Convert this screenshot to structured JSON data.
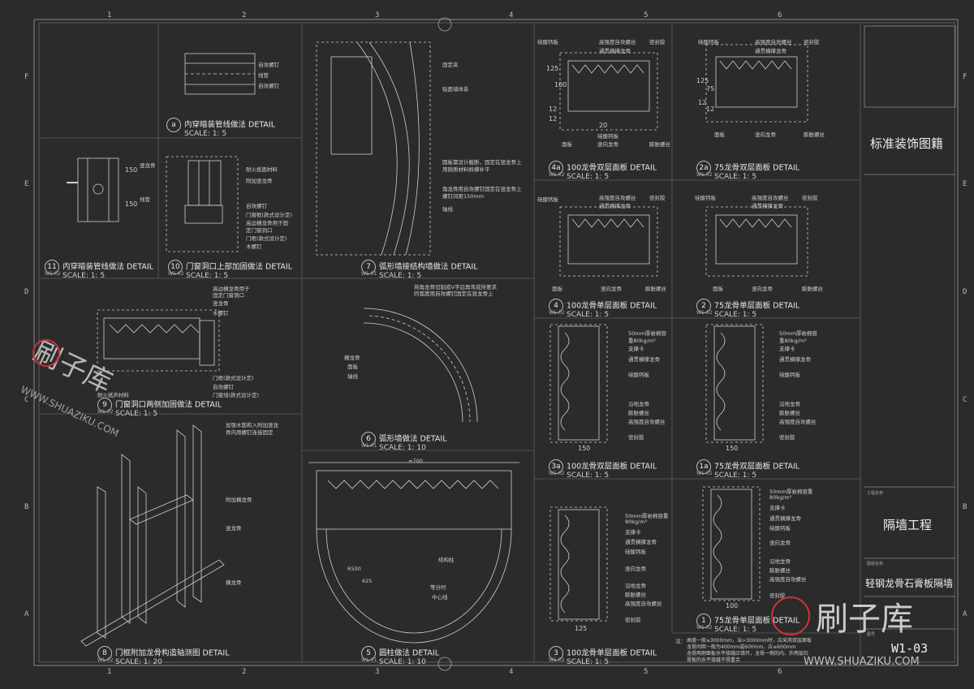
{
  "sheet": {
    "col_numbers": [
      "1",
      "2",
      "3",
      "4",
      "5",
      "6"
    ],
    "row_letters": [
      "F",
      "E",
      "D",
      "C",
      "B",
      "A"
    ]
  },
  "details": [
    {
      "id": "a",
      "name": "内穿暗装管线做法",
      "type": "DETAIL",
      "ref": "",
      "scale": "SCALE: 1: 5"
    },
    {
      "id": "11",
      "name": "内穿暗装管线做法",
      "type": "DETAIL",
      "ref": "W1-02",
      "scale": "SCALE: 1: 5"
    },
    {
      "id": "10",
      "name": "门窗洞口上部加固做法",
      "type": "DETAIL",
      "ref": "W1-02",
      "scale": "SCALE: 1: 5"
    },
    {
      "id": "9",
      "name": "门窗洞口两侧加固做法",
      "type": "DETAIL",
      "ref": "W1-02",
      "scale": "SCALE: 1: 5"
    },
    {
      "id": "8",
      "name": "门框附加龙骨构造轴测图",
      "type": "DETAIL",
      "ref": "W1-02",
      "scale": "SCALE: 1: 20"
    },
    {
      "id": "7",
      "name": "弧形墙接结构墙做法",
      "type": "DETAIL",
      "ref": "W1-01",
      "scale": "SCALE: 1: 5"
    },
    {
      "id": "6",
      "name": "弧形墙做法",
      "type": "DETAIL",
      "ref": "W1-01",
      "scale": "SCALE: 1: 10"
    },
    {
      "id": "5",
      "name": "圆柱做法",
      "type": "DETAIL",
      "ref": "W1-01",
      "scale": "SCALE: 1: 10"
    },
    {
      "id": "4a",
      "name": "100龙骨双层面板",
      "type": "DETAIL",
      "ref": "W1-02",
      "scale": "SCALE: 1: 5"
    },
    {
      "id": "4",
      "name": "100龙骨单层面板",
      "type": "DETAIL",
      "ref": "W1-02",
      "scale": "SCALE: 1: 5"
    },
    {
      "id": "3a",
      "name": "100龙骨双层面板",
      "type": "DETAIL",
      "ref": "W1-02",
      "scale": "SCALE: 1: 5"
    },
    {
      "id": "3",
      "name": "100龙骨单层面板",
      "type": "DETAIL",
      "ref": "W1-02",
      "scale": "SCALE: 1: 5"
    },
    {
      "id": "2a",
      "name": "75龙骨双层面板",
      "type": "DETAIL",
      "ref": "W1-02",
      "scale": "SCALE: 1: 5"
    },
    {
      "id": "2",
      "name": "75龙骨单层面板",
      "type": "DETAIL",
      "ref": "W1-02",
      "scale": "SCALE: 1: 5"
    },
    {
      "id": "1a",
      "name": "75龙骨双层面板",
      "type": "DETAIL",
      "ref": "W1-02",
      "scale": "SCALE: 1: 5"
    },
    {
      "id": "1",
      "name": "75龙骨单层面板",
      "type": "DETAIL",
      "ref": "W1-02",
      "scale": "SCALE: 1: 5"
    }
  ],
  "labels": {
    "pipe": [
      "自攻螺钉",
      "线管",
      "自攻螺钉"
    ],
    "d11": [
      "竖龙骨",
      "线管"
    ],
    "d10": [
      "耐火纸面材料",
      "附加竖龙骨",
      "自攻螺钉",
      "门窗框(款式设计定)",
      "高边横龙骨用于固",
      "定门窗洞口",
      "门框(款式设计定)",
      "木螺钉"
    ],
    "d9": [
      "高边横龙骨用于",
      "固定门窗洞口",
      "竖龙骨",
      "木螺钉",
      "门框(款式设计定)",
      "自攻螺钉",
      "门窗线(款式设计定)",
      "耐火纸声材料"
    ],
    "d8": [
      "加强木筋和入附加竖龙",
      "骨内用螺钉连接固定",
      "附加横龙骨",
      "竖龙骨",
      "横龙骨"
    ],
    "d7": [
      "固定夹",
      "贴面墙体系",
      "圆板需设计截断，固定在竖龙骨上",
      "用刚质材料斜撑补平",
      "角龙骨用自攻螺钉固定在竖龙骨上",
      "螺钉间距150mm",
      "轴线"
    ],
    "d6": [
      "将角龙骨切割成V字后再弯成所要求",
      "的弧度用自攻螺钉固定在竖龙骨上",
      "横龙骨",
      "面板",
      "轴线"
    ],
    "d5": [
      "≈700",
      "R500",
      "625",
      "结构柱",
      "等分时",
      "中心线"
    ],
    "d4a": [
      "硅酸钙板",
      "高强度自攻螺丝",
      "通贯横撑龙骨",
      "密封胶",
      "硅酸钙板",
      "竖向龙骨",
      "面板",
      "膨胀螺丝"
    ],
    "d2a": [
      "硅酸钙板",
      "高强度自攻螺丝",
      "通贯横撑龙骨",
      "密封胶",
      "面板",
      "竖向龙骨",
      "膨胀螺丝"
    ],
    "d4": [
      "硅酸钙板",
      "高强度自攻螺丝",
      "通贯横撑龙骨",
      "密封胶",
      "面板",
      "竖向龙骨",
      "膨胀螺丝"
    ],
    "d2": [
      "硅酸钙板",
      "高强度自攻螺丝",
      "通贯横撑龙骨",
      "密封胶",
      "面板",
      "竖向龙骨",
      "膨胀螺丝"
    ],
    "d3a": [
      "50mm厚岩棉容",
      "重80kg/m³",
      "支撑卡",
      "通贯横撑龙骨",
      "硅酸钙板",
      "沿地龙骨",
      "膨胀螺丝",
      "高强度自攻螺丝",
      "密封胶"
    ],
    "d1a": [
      "50mm厚岩棉容",
      "重80kg/m³",
      "支撑卡",
      "通贯横撑龙骨",
      "硅酸钙板",
      "沿地龙骨",
      "膨胀螺丝",
      "高强度自攻螺丝",
      "密封胶"
    ],
    "d3": [
      "50mm厚岩棉容重",
      "80kg/m³",
      "支撑卡",
      "通贯横撑龙骨",
      "硅酸钙板",
      "竖向龙骨",
      "沿地龙骨",
      "膨胀螺丝",
      "高强度自攻螺丝",
      "密封胶"
    ],
    "d1": [
      "50mm厚岩棉容重",
      "80kg/m³",
      "支撑卡",
      "通贯横撑龙骨",
      "硅酸钙板",
      "竖向龙骨",
      "沿地龙骨",
      "膨胀螺丝",
      "高强度自攻螺丝",
      "密封胶"
    ],
    "dims": [
      "150",
      "150",
      "125",
      "100",
      "12",
      "12",
      "20",
      "150",
      "125",
      "100",
      "150",
      "125",
      "75",
      "12",
      "12"
    ]
  },
  "note": {
    "title": "注：",
    "lines": [
      "高度一般≤3000mm，当>3000mm时，应采用双层面板",
      "龙骨间距一般为400mm或600mm，应≤600mm",
      "龙骨两侧面板水平接缝应错开，龙骨一侧的内、外两层石",
      "膏板的水平接缝不得重合"
    ]
  },
  "title_block": {
    "catalog": "标准装饰图籍",
    "small_label_1": "工程名称",
    "project": "隔墙工程",
    "small_label_2": "图纸名称",
    "drawing_name": "轻钢龙骨石膏板隔墙",
    "small_label_3": "图号",
    "drawing_no": "W1-03"
  },
  "watermark": {
    "brand": "刷子库",
    "url": "WWW.SHUAZIKU.COM",
    "url_caps": "WWW.SHUAZIKU.COM"
  }
}
